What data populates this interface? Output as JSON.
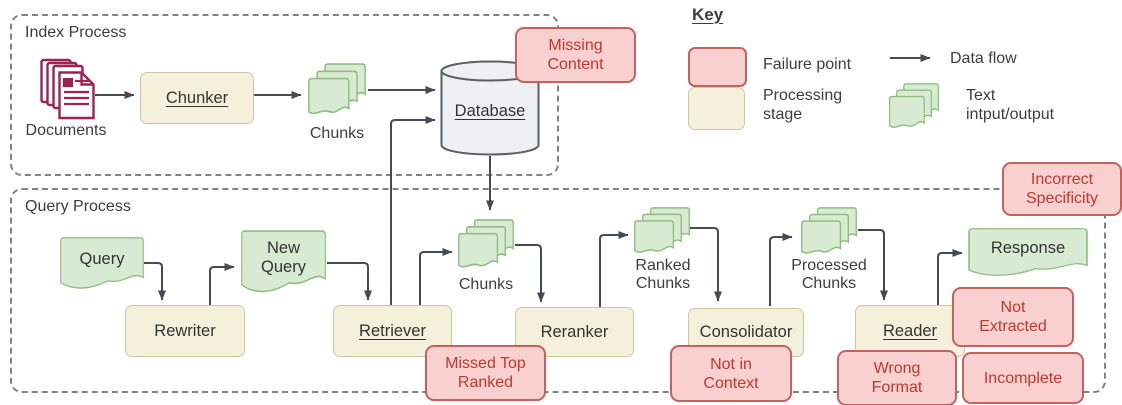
{
  "colors": {
    "failure_fill": "#f8d0cf",
    "failure_stroke": "#c4625e",
    "failure_text": "#c0392f",
    "stage_fill": "#f5f0dc",
    "stage_stroke": "#cfc7a2",
    "doc_fill": "#d9ead3",
    "doc_stroke": "#8fbf7f",
    "documents_icon": "#9e2352",
    "database_fill": "#eef1f4",
    "database_stroke": "#5a5f66",
    "arrow": "#454b52",
    "container_stroke": "#828282"
  },
  "index": {
    "title": "Index Process",
    "documents": "Documents",
    "chunker": "Chunker",
    "chunks": "Chunks",
    "database": "Database"
  },
  "query": {
    "title": "Query Process",
    "query": "Query",
    "rewriter": "Rewriter",
    "new_query_1": "New",
    "new_query_2": "Query",
    "retriever": "Retriever",
    "chunks": "Chunks",
    "reranker": "Reranker",
    "ranked_1": "Ranked",
    "ranked_2": "Chunks",
    "consolidator": "Consolidator",
    "processed_1": "Processed",
    "processed_2": "Chunks",
    "reader": "Reader",
    "response": "Response"
  },
  "failures": {
    "missing_1": "Missing",
    "missing_2": "Content",
    "missed_1": "Missed Top",
    "missed_2": "Ranked",
    "context_1": "Not in",
    "context_2": "Context",
    "extracted_1": "Not",
    "extracted_2": "Extracted",
    "format_1": "Wrong",
    "format_2": "Format",
    "incomplete": "Incomplete",
    "specificity_1": "Incorrect",
    "specificity_2": "Specificity"
  },
  "key": {
    "title": "Key",
    "failure_point": "Failure point",
    "data_flow": "Data flow",
    "processing_1": "Processing",
    "processing_2": "stage",
    "text_io_1": "Text",
    "text_io_2": "intput/output"
  }
}
